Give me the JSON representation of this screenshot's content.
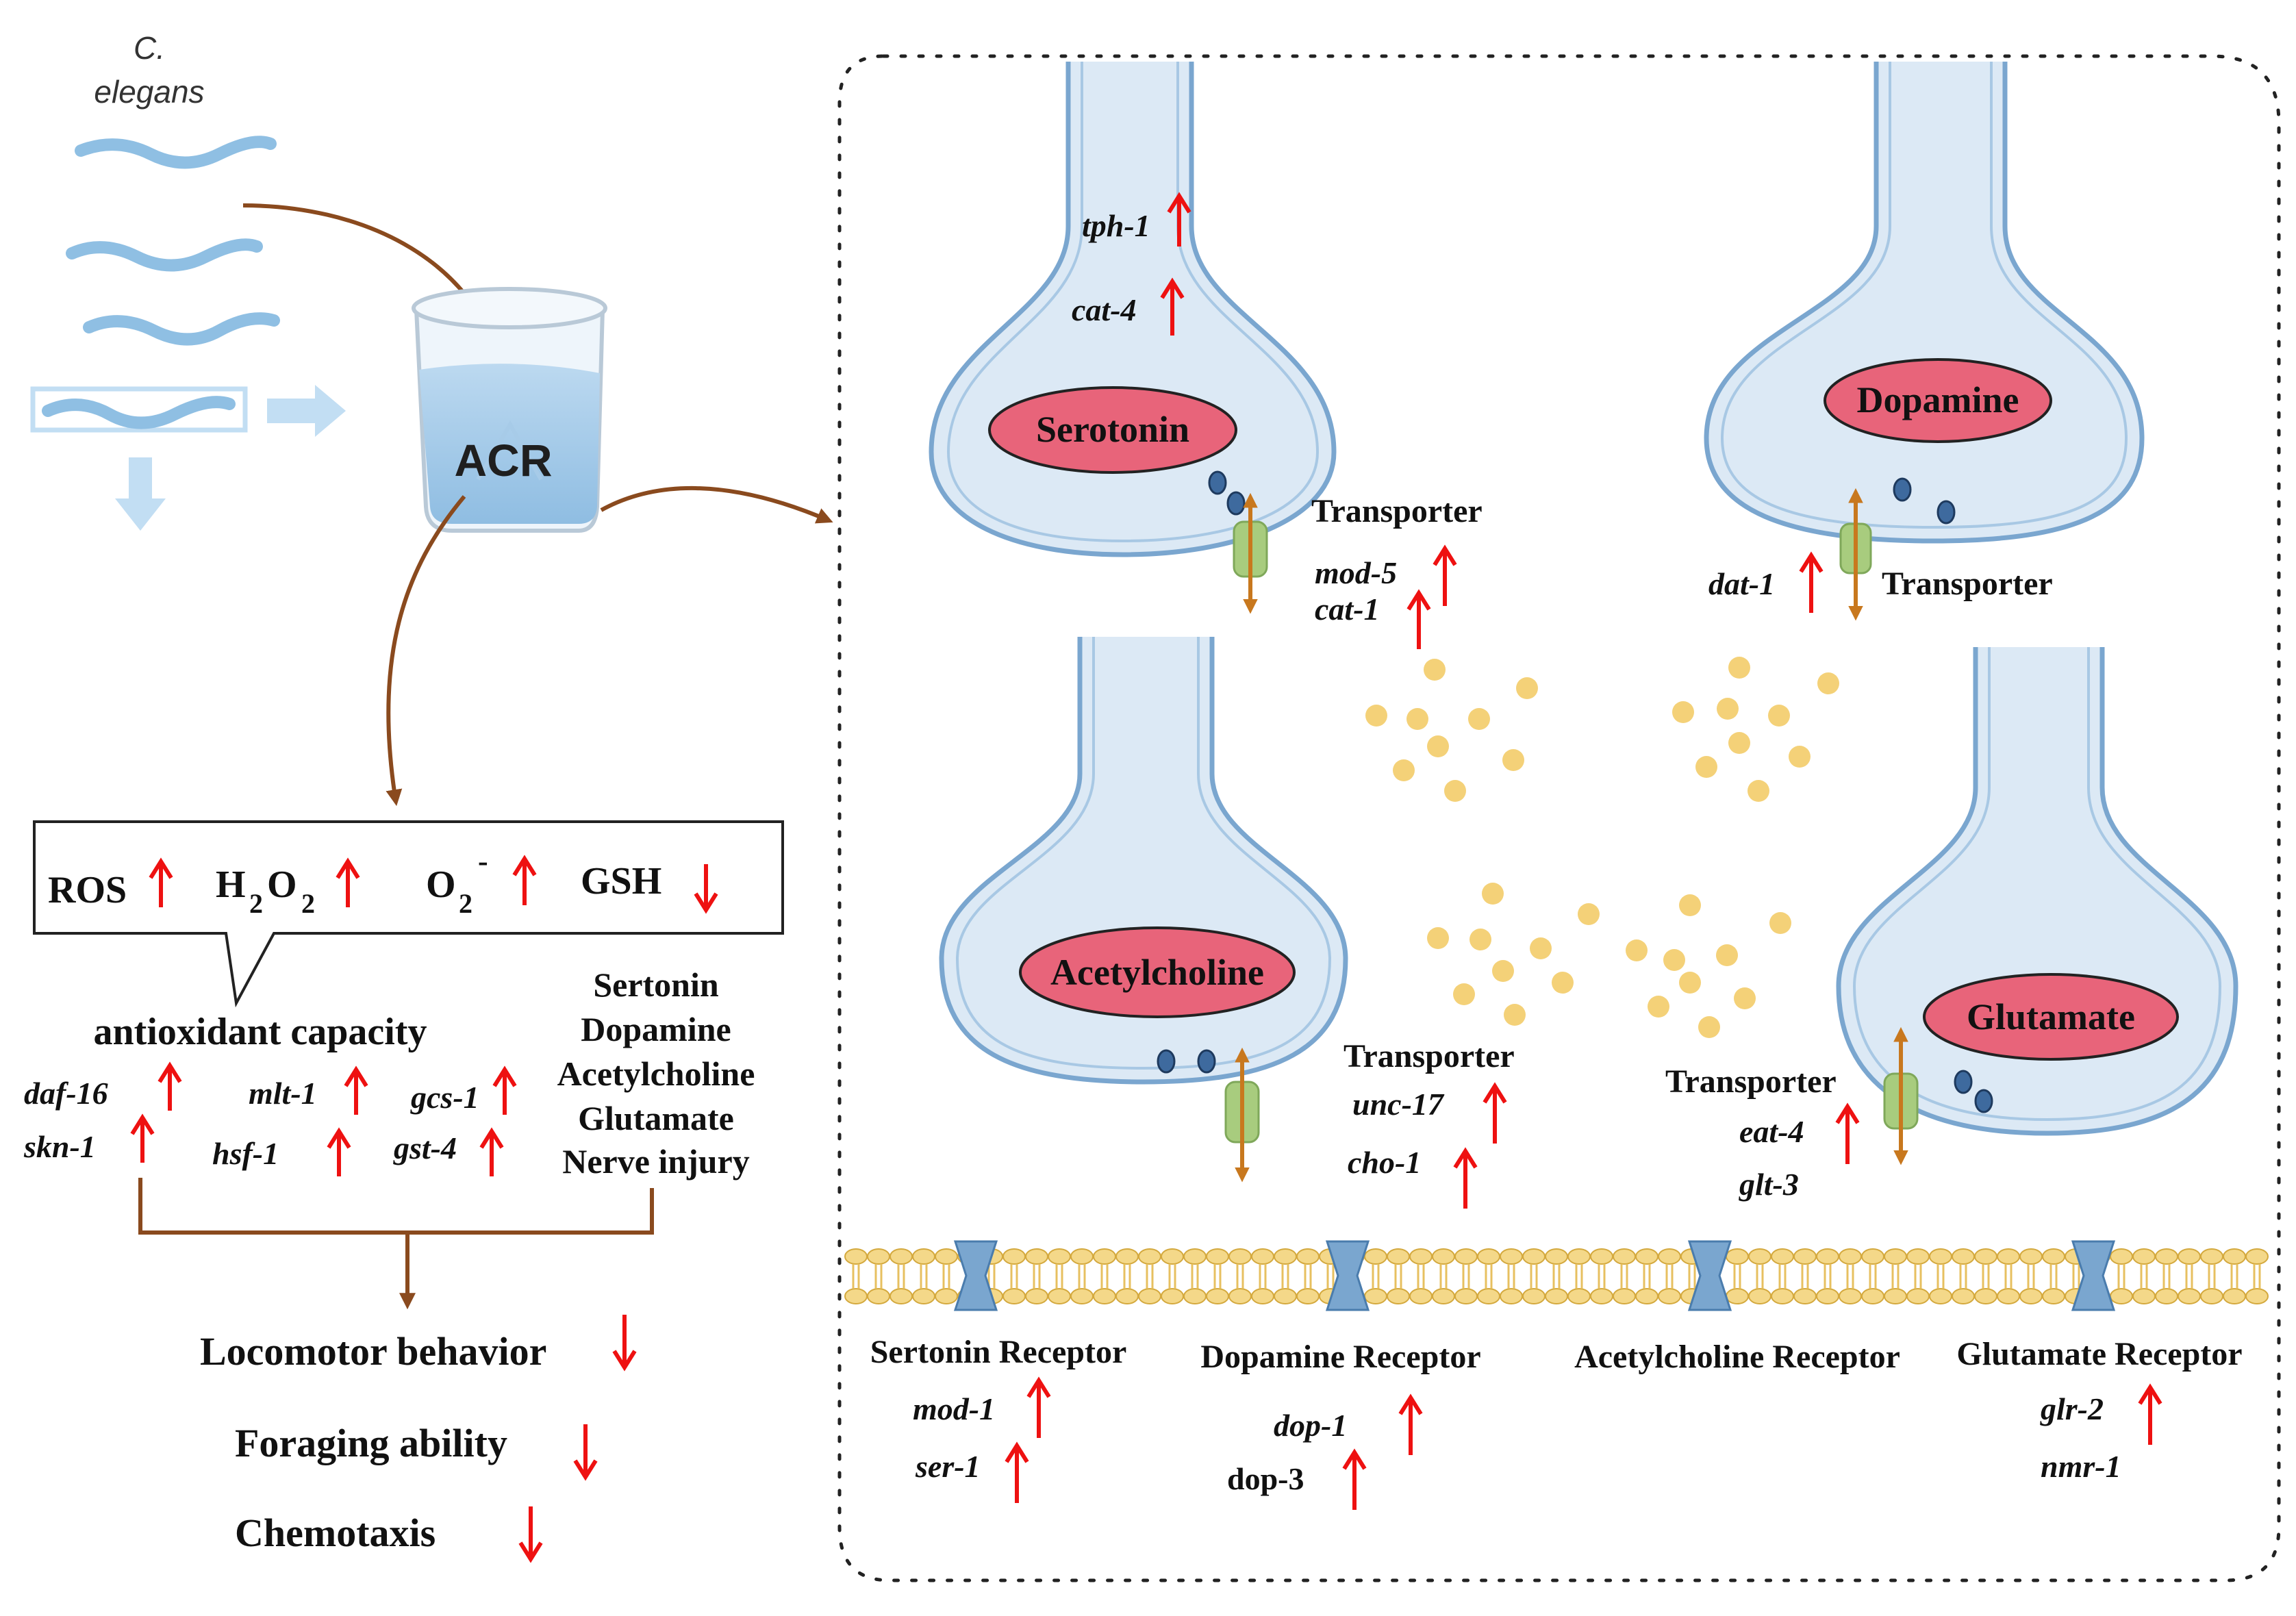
{
  "worm_label": {
    "line1": "C.",
    "line2": "elegans"
  },
  "beaker_label": "ACR",
  "oxidative": {
    "ros": "ROS",
    "h2o2_h": "H",
    "h2o2_2a": "2",
    "h2o2_o": "O",
    "h2o2_2b": "2",
    "o2_o": "O",
    "o2_2": "2",
    "o2_minus": "-",
    "gsh": "GSH"
  },
  "antioxidant": {
    "title": "antioxidant capacity",
    "genes": [
      "daf-16",
      "skn-1",
      "mlt-1",
      "hsf-1",
      "gcs-1",
      "gst-4"
    ]
  },
  "neuro_list": [
    "Sertonin",
    "Dopamine",
    "Acetylcholine",
    "Glutamate",
    "Nerve injury"
  ],
  "outcomes": [
    "Locomotor behavior",
    "Foraging ability",
    "Chemotaxis"
  ],
  "neurons": {
    "serotonin": {
      "name": "Serotonin",
      "genes": [
        "tph-1",
        "cat-4"
      ],
      "transporter": "Transporter",
      "transporter_genes": [
        "mod-5",
        "cat-1"
      ]
    },
    "dopamine": {
      "name": "Dopamine",
      "transporter": "Transporter",
      "transporter_genes": [
        "dat-1"
      ]
    },
    "acetylcholine": {
      "name": "Acetylcholine",
      "transporter": "Transporter",
      "transporter_genes": [
        "unc-17",
        "cho-1"
      ]
    },
    "glutamate": {
      "name": "Glutamate",
      "transporter": "Transporter",
      "transporter_genes": [
        "eat-4",
        "glt-3"
      ]
    }
  },
  "receptors": [
    {
      "name": "Sertonin Receptor",
      "genes": [
        "mod-1",
        "ser-1"
      ]
    },
    {
      "name": "Dopamine Receptor",
      "genes": [
        "dop-1",
        "dop-3"
      ]
    },
    {
      "name": "Acetylcholine Receptor",
      "genes": []
    },
    {
      "name": "Glutamate Receptor",
      "genes": [
        "glr-2",
        "nmr-1"
      ]
    }
  ],
  "colors": {
    "neuron_fill": "#dce9f5",
    "neuron_stroke": "#7aa6cf",
    "label_ellipse": "#e8647a",
    "up_arrow": "#ee1111",
    "brown_arrow": "#8a4a1e",
    "vesicle": "#f4d178",
    "membrane": "#e7c060"
  }
}
